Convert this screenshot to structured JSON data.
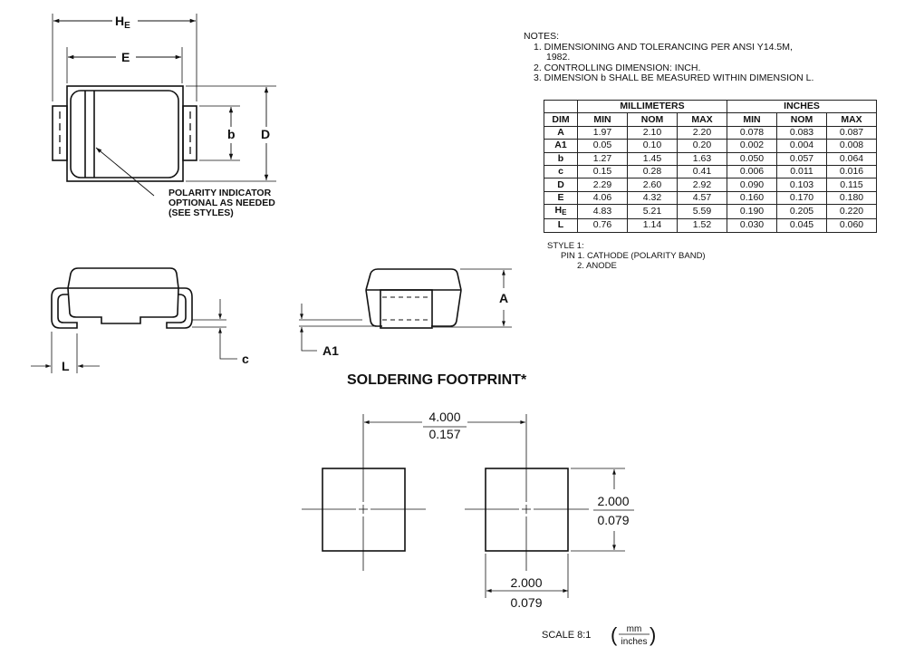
{
  "notes": {
    "heading": "NOTES:",
    "items": [
      "1.  DIMENSIONING AND TOLERANCING PER ANSI Y14.5M,",
      "1982.",
      "2.  CONTROLLING DIMENSION: INCH.",
      "3.  DIMENSION b SHALL BE MEASURED WITHIN DIMENSION L."
    ]
  },
  "table": {
    "group_headers": [
      "MILLIMETERS",
      "INCHES"
    ],
    "columns": [
      "DIM",
      "MIN",
      "NOM",
      "MAX",
      "MIN",
      "NOM",
      "MAX"
    ],
    "rows": [
      [
        "A",
        "1.97",
        "2.10",
        "2.20",
        "0.078",
        "0.083",
        "0.087"
      ],
      [
        "A1",
        "0.05",
        "0.10",
        "0.20",
        "0.002",
        "0.004",
        "0.008"
      ],
      [
        "b",
        "1.27",
        "1.45",
        "1.63",
        "0.050",
        "0.057",
        "0.064"
      ],
      [
        "c",
        "0.15",
        "0.28",
        "0.41",
        "0.006",
        "0.011",
        "0.016"
      ],
      [
        "D",
        "2.29",
        "2.60",
        "2.92",
        "0.090",
        "0.103",
        "0.115"
      ],
      [
        "E",
        "4.06",
        "4.32",
        "4.57",
        "0.160",
        "0.170",
        "0.180"
      ],
      [
        "HE",
        "4.83",
        "5.21",
        "5.59",
        "0.190",
        "0.205",
        "0.220"
      ],
      [
        "L",
        "0.76",
        "1.14",
        "1.52",
        "0.030",
        "0.045",
        "0.060"
      ]
    ]
  },
  "style": {
    "title": "STYLE 1:",
    "pin1": "PIN 1.  CATHODE (POLARITY BAND)",
    "pin2": "2.  ANODE"
  },
  "top_view": {
    "label_H": "H",
    "label_H_sub": "E",
    "label_E": "E",
    "label_b": "b",
    "label_D": "D",
    "polarity_note": [
      "POLARITY INDICATOR",
      "OPTIONAL AS NEEDED",
      "(SEE STYLES)"
    ]
  },
  "side_view": {
    "label_L": "L",
    "label_c": "c"
  },
  "end_view": {
    "label_A": "A",
    "label_A1": "A1"
  },
  "footprint": {
    "title": "SOLDERING FOOTPRINT*",
    "pitch_mm": "4.000",
    "pitch_in": "0.157",
    "pad_h_mm": "2.000",
    "pad_h_in": "0.079",
    "pad_w_mm": "2.000",
    "pad_w_in": "0.079",
    "scale": "SCALE 8:1",
    "unit_num": "mm",
    "unit_den": "inches"
  }
}
